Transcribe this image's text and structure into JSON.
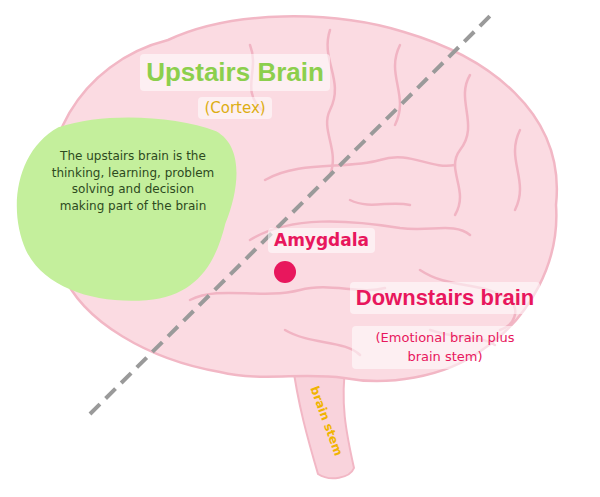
{
  "diagram": {
    "nodes": [
      {
        "text": [
          "Upstairs Brain",
          "(Cortex)"
        ]
      },
      {
        "text": [
          "The upstairs brain is the thinking, learning, problem solving and decision making part of the brain"
        ]
      },
      {
        "text": [
          "Amygdala"
        ]
      },
      {
        "text": [
          "Downstairs brain",
          "(Emotional brain plus brain stem)"
        ]
      }
    ],
    "labels": [
      "brain stem"
    ]
  }
}
